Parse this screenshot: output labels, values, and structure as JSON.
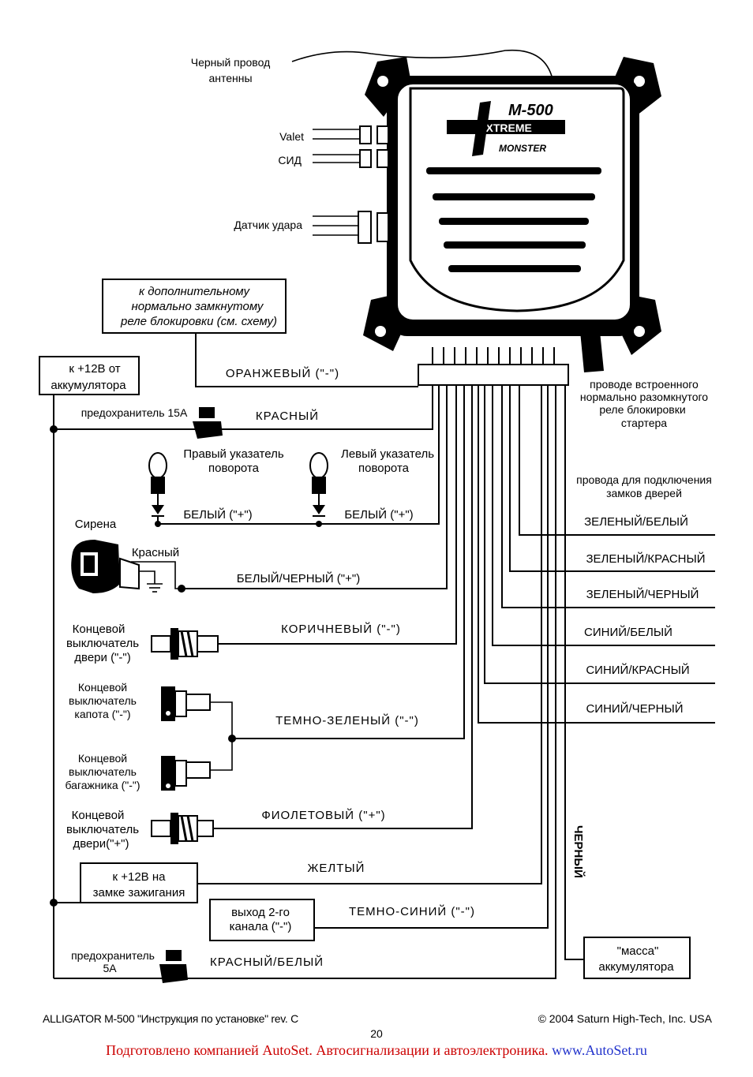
{
  "unit": {
    "model_line1": "M-500",
    "model_line2": "EXTREME",
    "model_line3": "MONSTER"
  },
  "top_labels": {
    "antenna": [
      "Черный провод",
      "антенны"
    ],
    "valet": "Valet",
    "led": "СИД",
    "shock": "Датчик удара",
    "relay_box": [
      "к дополнительному",
      "нормально замкнутому",
      "реле блокировки (см. схему)"
    ],
    "starter_relay": [
      "проводе встроенного",
      "нормально разомкнутого",
      "реле блокировки",
      "стартера"
    ],
    "locks_note": [
      "провода для подключения",
      "замков дверей"
    ]
  },
  "left_labels": {
    "battery_box": [
      "к +12В от",
      "аккумулятора"
    ],
    "fuse15": "предохранитель 15А",
    "right_turn": [
      "Правый указатель",
      "поворота"
    ],
    "left_turn": [
      "Левый указатель",
      "поворота"
    ],
    "siren": "Сирена",
    "siren_red": "Красный",
    "door_switch_neg": [
      "Концевой",
      "выключатель",
      "двери (\"-\")"
    ],
    "hood_switch": [
      "Концевой",
      "выключатель",
      "капота (\"-\")"
    ],
    "trunk_switch": [
      "Концевой",
      "выключатель",
      "багажника (\"-\")"
    ],
    "door_switch_pos": [
      "Концевой",
      "выключатель",
      "двери(\"+\")"
    ],
    "ignition_box": [
      "к +12В на",
      "замке зажигания"
    ],
    "channel2_box": [
      "выход 2-го",
      "канала (\"-\")"
    ],
    "fuse5": [
      "предохранитель",
      "5А"
    ],
    "ground_box": [
      "\"масса\"",
      "аккумулятора"
    ]
  },
  "wires": {
    "orange": "ОРАНЖЕВЫЙ (\"-\")",
    "red": "КРАСНЫЙ",
    "white_right": "БЕЛЫЙ (\"+\")",
    "white_left": "БЕЛЫЙ (\"+\")",
    "white_black": "БЕЛЫЙ/ЧЕРНЫЙ (\"+\")",
    "brown": "КОРИЧНЕВЫЙ (\"-\")",
    "dark_green": "ТЕМНО-ЗЕЛЕНЫЙ (\"-\")",
    "violet": "ФИОЛЕТОВЫЙ  (\"+\")",
    "yellow": "ЖЕЛТЫЙ",
    "dark_blue": "ТЕМНО-СИНИЙ (\"-\")",
    "red_white": "КРАСНЫЙ/БЕЛЫЙ",
    "black": "ЧЕРНЫЙ",
    "green_white": "ЗЕЛЕНЫЙ/БЕЛЫЙ",
    "green_red": "ЗЕЛЕНЫЙ/КРАСНЫЙ",
    "green_black": "ЗЕЛЕНЫЙ/ЧЕРНЫЙ",
    "blue_white": "СИНИЙ/БЕЛЫЙ",
    "blue_red": "СИНИЙ/КРАСНЫЙ",
    "blue_black": "СИНИЙ/ЧЕРНЫЙ"
  },
  "footer": {
    "left": "ALLIGATOR M-500 \"Инструкция по установке\" rev. C",
    "right": "© 2004 Saturn High-Tech, Inc. USA",
    "page": "20",
    "credit_text": "Подготовлено компанией AutoSet. Автосигнализации и автоэлектроника.",
    "credit_url": "www.AutoSet.ru"
  }
}
